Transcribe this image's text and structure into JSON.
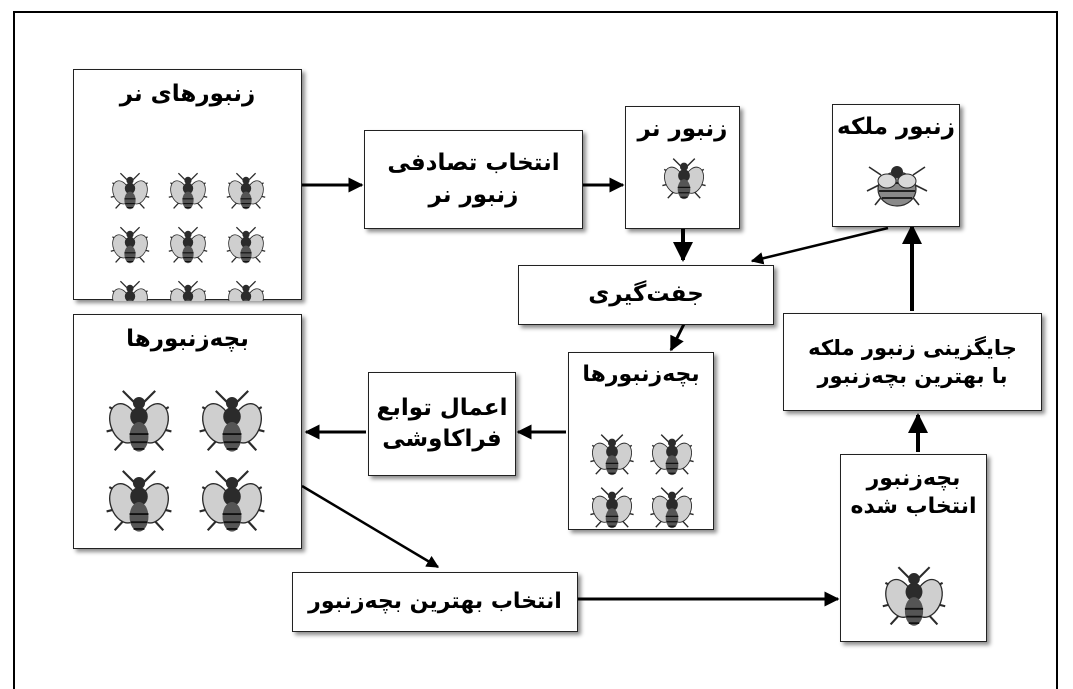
{
  "nodes": {
    "drones": {
      "label": "زنبورهای نر",
      "icon": "bee-icon",
      "bee_count": 9
    },
    "random_select": {
      "label": "انتخاب تصادفی\nزنبور نر"
    },
    "drone": {
      "label": "زنبور نر",
      "icon": "bee-icon",
      "bee_count": 1
    },
    "queen": {
      "label": "زنبور ملکه",
      "icon": "queen-bee-icon",
      "bee_count": 1
    },
    "mating": {
      "label": "جفت‌گیری"
    },
    "broods_mid": {
      "label": "بچه‌زنبورها",
      "icon": "bee-icon",
      "bee_count": 4
    },
    "broods_left": {
      "label": "بچه‌زنبورها",
      "icon": "bee-icon",
      "bee_count": 4
    },
    "heuristic": {
      "label": "اعمال توابع\nفراکاوشی"
    },
    "select_best": {
      "label": "انتخاب بهترین بچه‌زنبور"
    },
    "selected_brood": {
      "label": "بچه‌زنبور\nانتخاب شده",
      "icon": "bee-icon",
      "bee_count": 1
    },
    "replace_queen": {
      "label": "جایگزینی زنبور ملکه\nبا بهترین بچه‌زنبور"
    }
  },
  "colors": {
    "stroke": "#000000",
    "bee": "#2b2b2b"
  }
}
